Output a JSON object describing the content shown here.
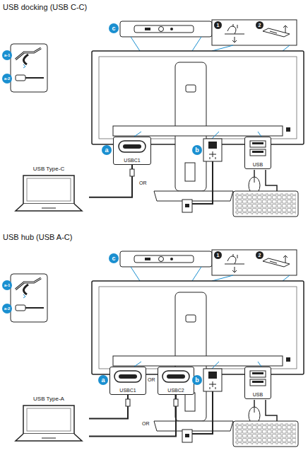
{
  "diagram": {
    "nodes": [
      {
        "text": [
          "USB Type-C"
        ]
      },
      {
        "text": [
          "USBC1"
        ]
      },
      {
        "text": [
          "USB"
        ]
      },
      {
        "text": [
          "USB Type-A"
        ]
      },
      {
        "text": [
          "USBC1"
        ]
      },
      {
        "text": [
          "USBC2"
        ]
      },
      {
        "text": [
          "USB"
        ]
      }
    ],
    "edges": [
      {
        "from": 0,
        "to": 1,
        "arrow": "none"
      },
      {
        "from": 3,
        "to": 4,
        "arrow": "none"
      },
      {
        "from": 3,
        "to": 5,
        "arrow": "none"
      }
    ],
    "labels": [
      "USB docking (USB C-C)",
      "a-1",
      "a-2",
      "c",
      "1",
      "2",
      "a",
      "b",
      "OR",
      "USB hub (USB A-C)",
      "a-1",
      "a-2",
      "c",
      "1",
      "2",
      "a",
      "OR",
      "b",
      "OR"
    ]
  }
}
